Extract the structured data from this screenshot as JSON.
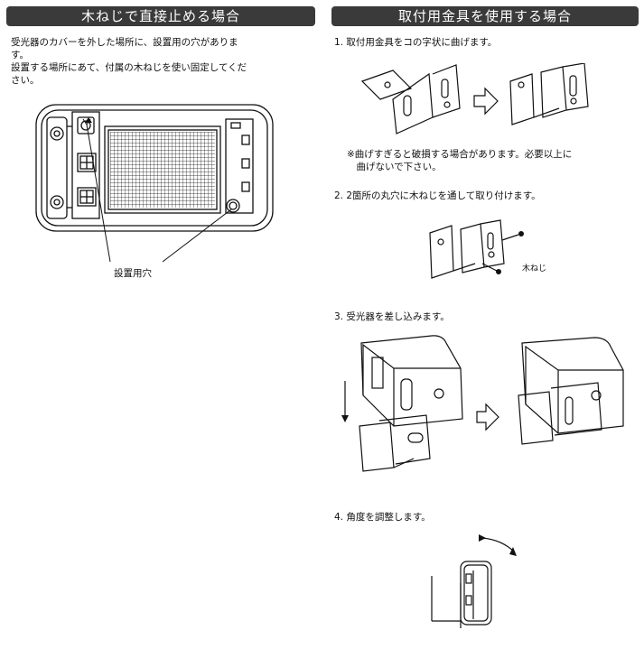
{
  "left": {
    "heading": "木ねじで直接止める場合",
    "body": "受光器のカバーを外した場所に、設置用の穴がありま\nす。\n設置する場所にあて、付属の木ねじを使い固定してくだ\nさい。",
    "label_hole": "設置用穴"
  },
  "right": {
    "heading": "取付用金具を使用する場合",
    "step1": "1. 取付用金具をコの字状に曲げます。",
    "note": "※曲げすぎると破損する場合があります。必要以上に\n　曲げないで下さい。",
    "step2": "2. 2箇所の丸穴に木ねじを通して取り付けます。",
    "label_screw": "木ねじ",
    "step3": "3. 受光器を差し込みます。",
    "step4": "4. 角度を調整します。"
  }
}
